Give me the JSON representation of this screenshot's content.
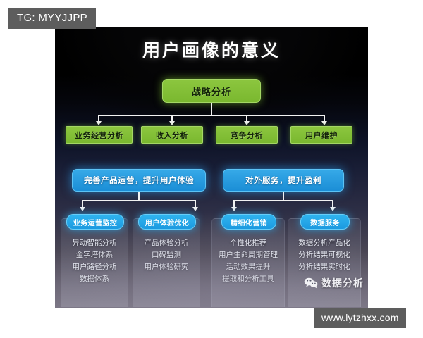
{
  "overlay": {
    "tg_tag": "TG: MYYJJPP",
    "url": "www.lytzhxx.com",
    "wechat_name": "数据分析",
    "wechat_icon": "wechat-icon"
  },
  "diagram": {
    "title": "用户画像的意义",
    "root": {
      "label": "战略分析"
    },
    "level2": [
      {
        "label": "业务经营分析"
      },
      {
        "label": "收入分析"
      },
      {
        "label": "竞争分析"
      },
      {
        "label": "用户维护"
      }
    ],
    "level3": [
      {
        "label": "完善产品运营，提升用户体验"
      },
      {
        "label": "对外服务，提升盈利"
      }
    ],
    "columns": [
      {
        "header": "业务运营监控",
        "items": [
          "异动智能分析",
          "金字塔体系",
          "用户路径分析",
          "数据体系"
        ]
      },
      {
        "header": "用户体验优化",
        "items": [
          "产品体验分析",
          "口碑监测",
          "用户体验研究"
        ]
      },
      {
        "header": "精细化营销",
        "items": [
          "个性化推荐",
          "用户生命周期管理",
          "活动效果提升",
          "提取和分析工具"
        ]
      },
      {
        "header": "数据服务",
        "items": [
          "数据分析产品化",
          "分析结果可视化",
          "分析结果实时化"
        ]
      }
    ]
  },
  "colors": {
    "green": "#8cc63f",
    "blue": "#1b8ed6",
    "cyan": "#2fb4ef",
    "canvas_top": "#000000",
    "canvas_bottom": "#7b7685",
    "banner_gray": "#5d5d5d"
  }
}
